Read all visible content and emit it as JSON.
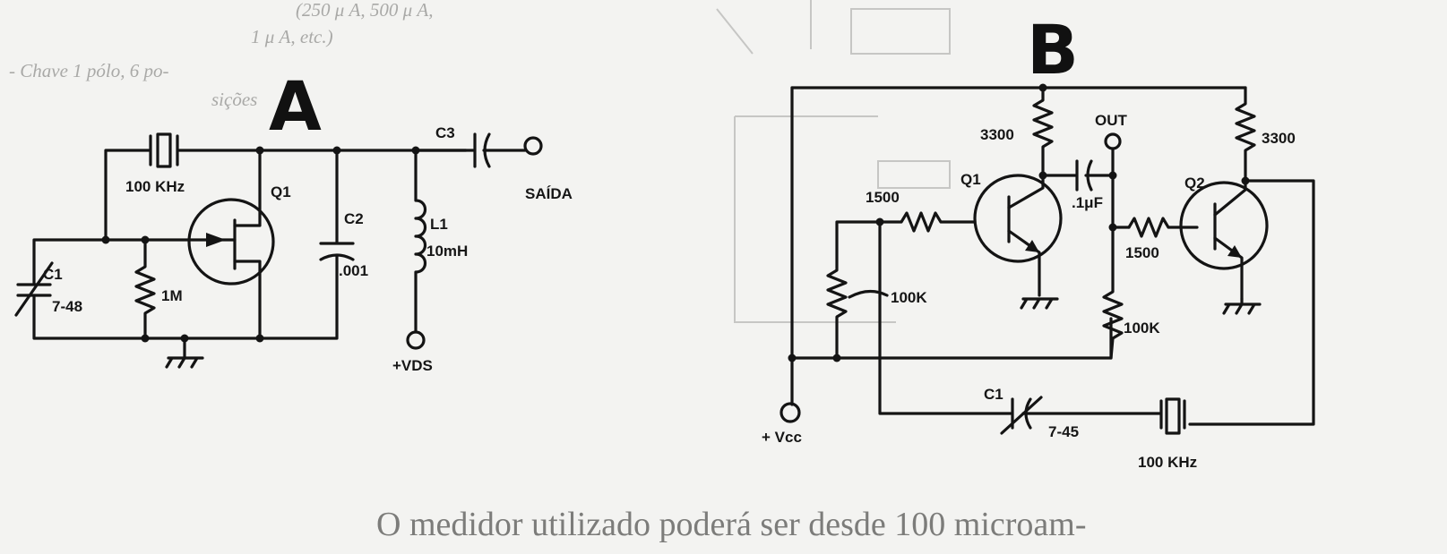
{
  "background_text": {
    "line1": "(250 μ A, 500 μ A,",
    "line2": "1 μ A, etc.)",
    "line3": "- Chave 1 pólo, 6 po-",
    "line4": "sições",
    "bottom": "O medidor utilizado poderá ser desde 100 microam-"
  },
  "circuit_a": {
    "title": "A",
    "crystal": "100 KHz",
    "transistor": "Q1",
    "capacitor_c1": "C1",
    "capacitor_c1_value": "7-48",
    "resistor": "1M",
    "capacitor_c2": "C2",
    "capacitor_c2_value": ".001",
    "inductor": "L1",
    "inductor_value": "10mH",
    "capacitor_c3": "C3",
    "output": "SAÍDA",
    "supply": "+VDS"
  },
  "circuit_b": {
    "title": "B",
    "r_q1_collector": "3300",
    "r_q2_collector": "3300",
    "output": "OUT",
    "q1": "Q1",
    "q2": "Q2",
    "r_q1_base": "1500",
    "r_q2_base": "1500",
    "coupling_cap": ".1μF",
    "pot": "100K",
    "r_bias": "100K",
    "capacitor_c1": "C1",
    "capacitor_c1_value": "7-45",
    "crystal": "100 KHz",
    "supply": "+ Vcc"
  },
  "colors": {
    "ink": "#141414",
    "paper": "#f3f3f1",
    "bleed": "#a9a9a7"
  }
}
